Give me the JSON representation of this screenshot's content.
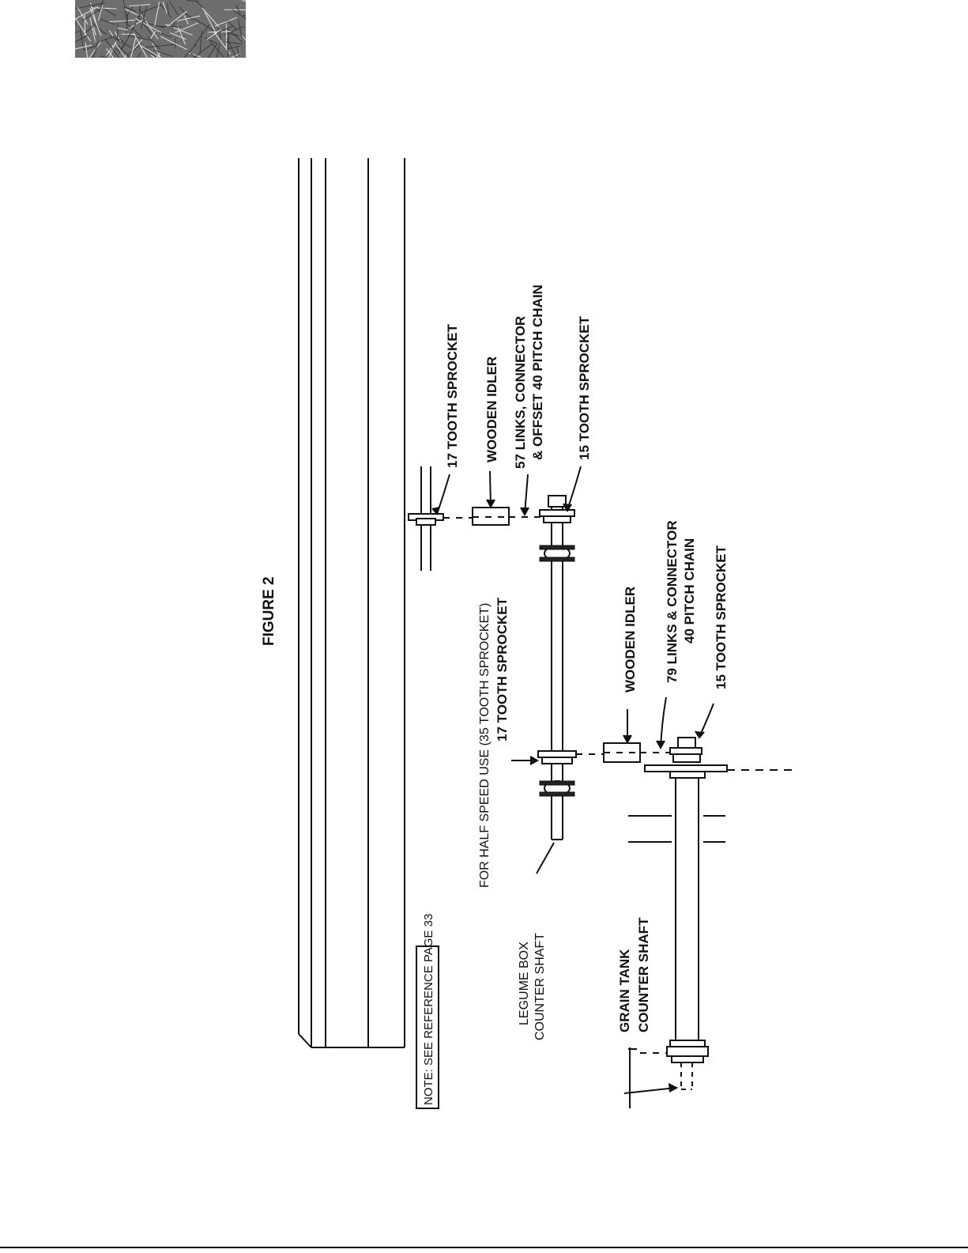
{
  "figure": {
    "title": "FIGURE 2",
    "note": "NOTE: SEE REFERENCE PAGE 33"
  },
  "labels": {
    "upper_drive_sprocket": "17 TOOTH SPROCKET",
    "upper_wooden_idler": "WOODEN IDLER",
    "upper_chain_line1": "57 LINKS, CONNECTOR",
    "upper_chain_line2": "& OFFSET 40 PITCH CHAIN",
    "upper_driven_sprocket": "15 TOOTH SPROCKET",
    "half_speed": "FOR HALF SPEED USE (35 TOOTH SPROCKET)",
    "legume_sprocket": "17 TOOTH SPROCKET",
    "lower_wooden_idler": "WOODEN IDLER",
    "lower_chain_line1": "79 LINKS & CONNECTOR",
    "lower_chain_line2": "40 PITCH CHAIN",
    "lower_driven_sprocket": "15 TOOTH SPROCKET",
    "legume_shaft_line1": "LEGUME BOX",
    "legume_shaft_line2": "COUNTER SHAFT",
    "grain_shaft_line1": "GRAIN TANK",
    "grain_shaft_line2": "COUNTER SHAFT"
  },
  "icons": {
    "corner_photo": "straw-texture-photo"
  }
}
